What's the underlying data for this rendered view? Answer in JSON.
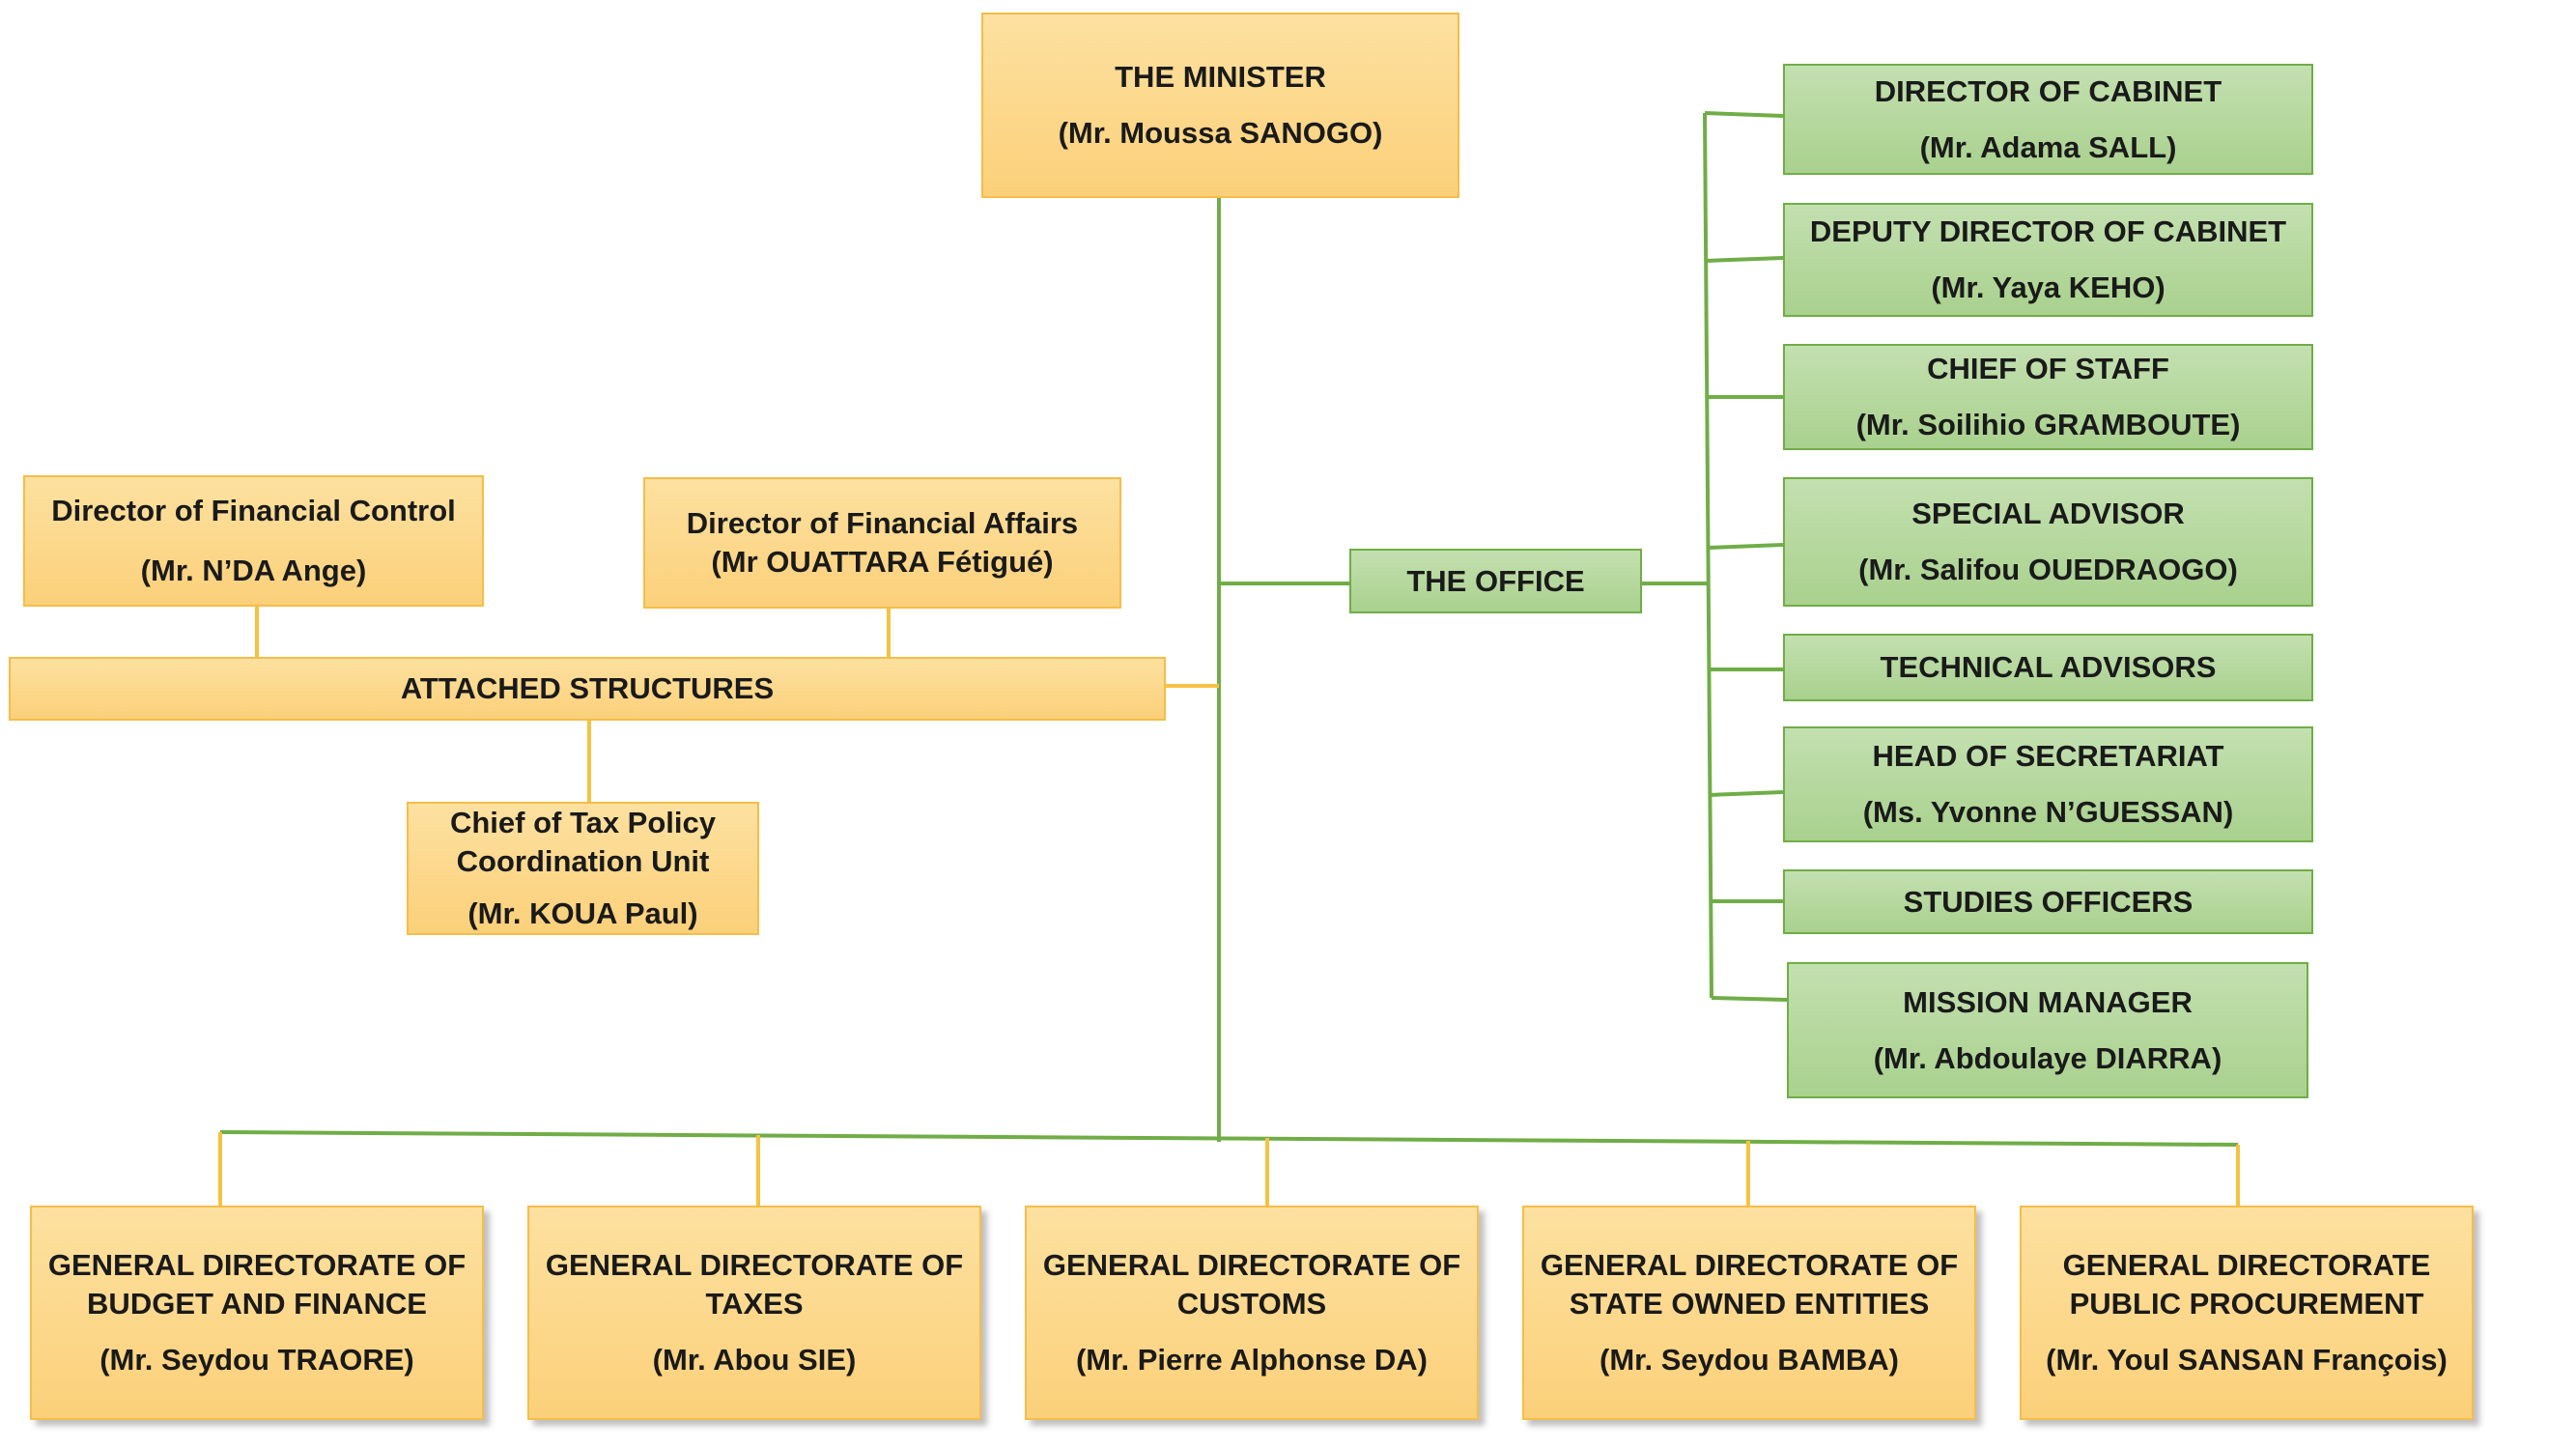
{
  "minister": {
    "title": "THE MINISTER",
    "name": "(Mr. Moussa SANOGO)"
  },
  "attached": {
    "label": "ATTACHED STRUCTURES",
    "financial_control": {
      "title": "Director of Financial Control",
      "name": "(Mr. N’DA Ange)"
    },
    "financial_affairs": {
      "title": "Director of Financial Affairs",
      "name": "(Mr OUATTARA Fétigué)"
    },
    "tax_policy": {
      "title_line1": "Chief of Tax Policy",
      "title_line2": "Coordination Unit",
      "name": "(Mr. KOUA Paul)"
    }
  },
  "office": {
    "label": "THE OFFICE",
    "items": [
      {
        "title": "DIRECTOR OF CABINET",
        "name": "(Mr. Adama SALL)"
      },
      {
        "title": "DEPUTY DIRECTOR OF CABINET",
        "name": "(Mr. Yaya KEHO)"
      },
      {
        "title": "CHIEF OF STAFF",
        "name": "(Mr. Soilihio GRAMBOUTE)"
      },
      {
        "title": "SPECIAL ADVISOR",
        "name": "(Mr. Salifou OUEDRAOGO)"
      },
      {
        "title": "TECHNICAL ADVISORS"
      },
      {
        "title": "HEAD OF SECRETARIAT",
        "name": "(Ms. Yvonne N’GUESSAN)"
      },
      {
        "title": "STUDIES OFFICERS"
      },
      {
        "title": "MISSION MANAGER",
        "name": "(Mr. Abdoulaye DIARRA)"
      }
    ]
  },
  "directorates": [
    {
      "title_line1": "GENERAL DIRECTORATE OF",
      "title_line2": "BUDGET AND FINANCE",
      "name": "(Mr. Seydou TRAORE)"
    },
    {
      "title_line1": "GENERAL DIRECTORATE OF",
      "title_line2": "TAXES",
      "name": "(Mr. Abou SIE)"
    },
    {
      "title_line1": "GENERAL DIRECTORATE OF",
      "title_line2": "CUSTOMS",
      "name": "(Mr. Pierre Alphonse DA)"
    },
    {
      "title_line1": "GENERAL DIRECTORATE OF",
      "title_line2": "STATE OWNED ENTITIES",
      "name": "(Mr. Seydou BAMBA)"
    },
    {
      "title_line1": "GENERAL DIRECTORATE",
      "title_line2": "PUBLIC PROCUREMENT",
      "name": "(Mr. Youl SANSAN François)"
    }
  ],
  "colors": {
    "line_green": "#70ad47",
    "line_yellow": "#f5c242",
    "box_yellow": "#fbd07a",
    "box_green": "#a9d18e"
  }
}
